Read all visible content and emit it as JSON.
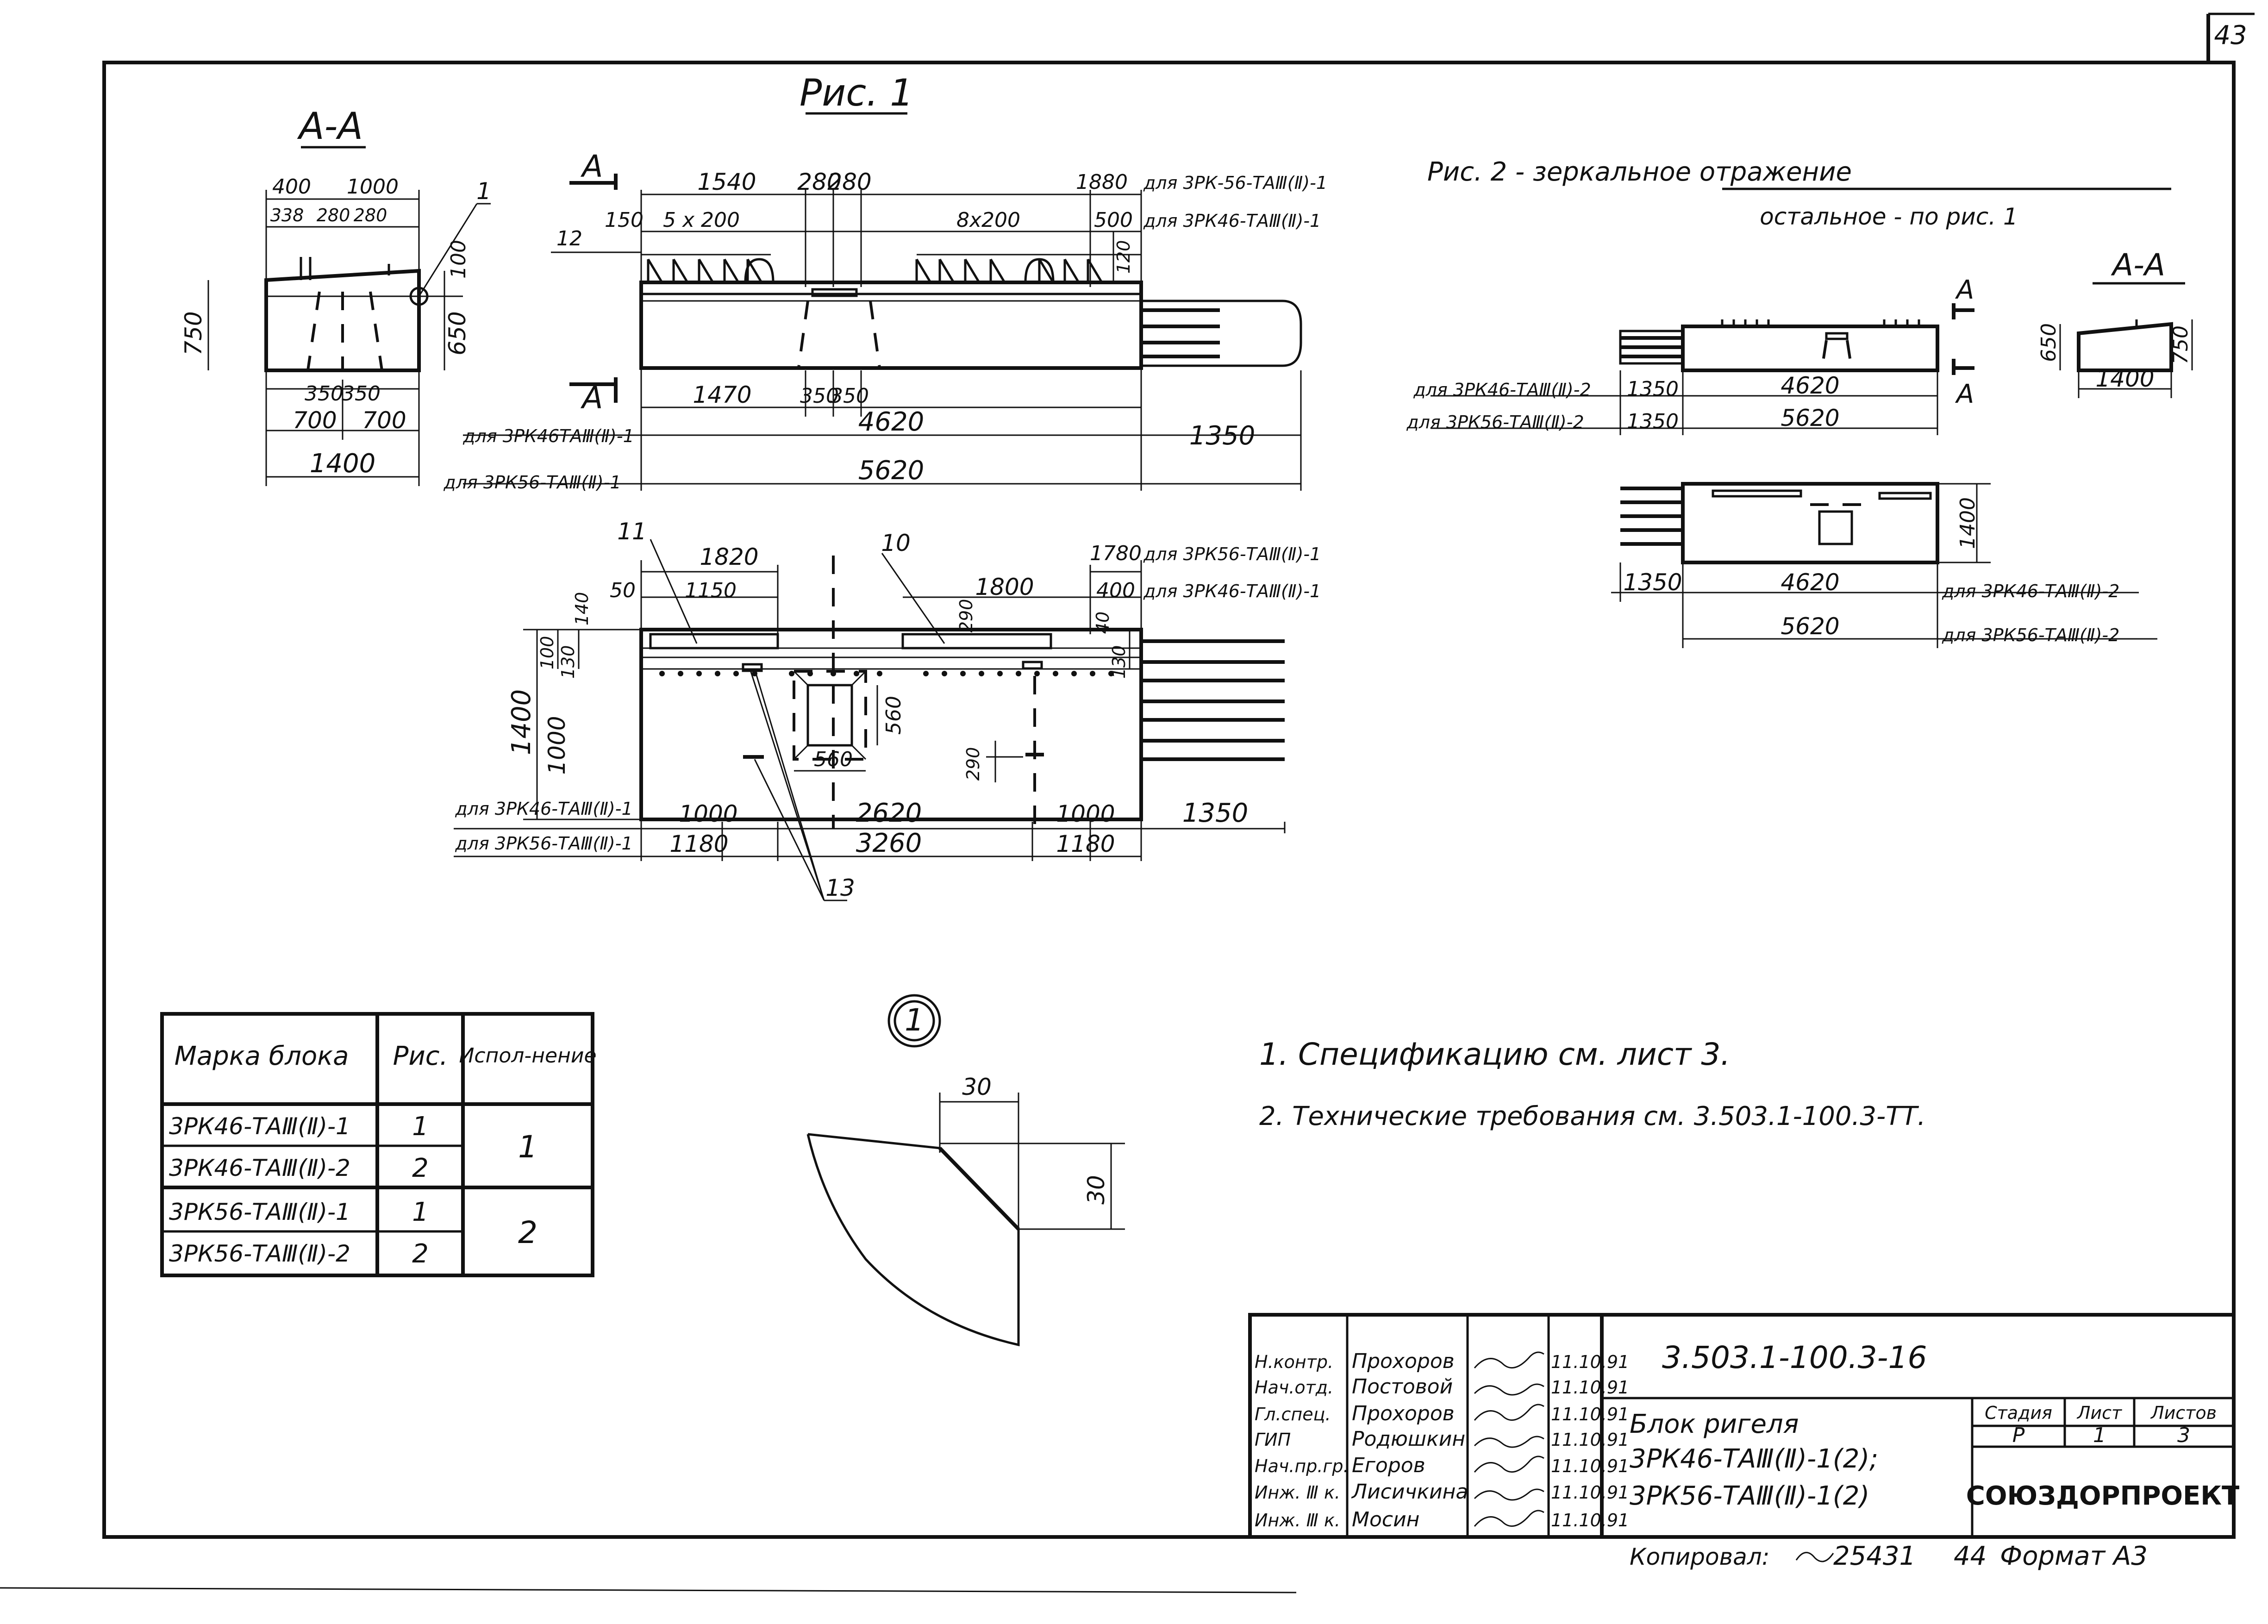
{
  "sheet": {
    "page_number": "43"
  },
  "fig1": {
    "title": "Рис. 1",
    "section_title": "А-А",
    "section_dims": {
      "d400": "400",
      "d1000": "1000",
      "d338": "338",
      "d280a": "280",
      "d280b": "280",
      "d750": "750",
      "d100": "100",
      "d650": "650",
      "d350a": "350",
      "d350b": "350",
      "d700a": "700",
      "d700b": "700",
      "d1400": "1400",
      "ref1": "1"
    },
    "elev_dims": {
      "d1540": "1540",
      "d280a": "280",
      "d280b": "280",
      "d1880": "1880",
      "d150": "150",
      "d5x200": "5 x 200",
      "d8x200": "8x200",
      "d500": "500",
      "d120": "120",
      "d12": "12",
      "d1470": "1470",
      "d350a": "350",
      "d350b": "350",
      "d4620": "4620",
      "d1350": "1350",
      "d5620": "5620",
      "cutA1": "А",
      "cutA2": "А"
    },
    "elev_labels": {
      "l1": "для 3РК-56-ТАⅢ(Ⅱ)-1",
      "l2": "для 3РК46-ТАⅢ(Ⅱ)-1",
      "l3": "для 3РК46ТАⅢ(Ⅱ)-1",
      "l4": "для 3РК56-ТАⅢ(Ⅱ)-1"
    },
    "plan_dims": {
      "ref11": "11",
      "ref10": "10",
      "d1820": "1820",
      "d1150": "1150",
      "d1800": "1800",
      "d1780": "1780",
      "d400": "400",
      "d50": "50",
      "d140": "140",
      "d290": "290",
      "d40": "40",
      "d100a": "100",
      "d130a": "130",
      "d1400": "1400",
      "d1000": "1000",
      "d130b": "130",
      "d560a": "560",
      "d560b": "560",
      "d290b": "290",
      "d1000a": "1000",
      "d2620": "2620",
      "d1000b": "1000",
      "d1350": "1350",
      "d1180a": "1180",
      "d3260": "3260",
      "d1180b": "1180",
      "ref13": "13"
    },
    "plan_labels": {
      "l1": "для 3РК56-ТАⅢ(Ⅱ)-1",
      "l2": "для 3РК46-ТАⅢ(Ⅱ)-1",
      "l3": "для 3РК46-ТАⅢ(Ⅱ)-1",
      "l4": "для 3РК56-ТАⅢ(Ⅱ)-1"
    }
  },
  "fig2": {
    "title": "Рис. 2 - зеркальное отражение",
    "subtitle": "остальное - по рис. 1",
    "section_title": "А-А",
    "cutA1": "А",
    "cutA2": "А",
    "dims": {
      "d650": "650",
      "d750": "750",
      "d1400s": "1400",
      "d1350a": "1350",
      "d4620a": "4620",
      "d1350b": "1350",
      "d5620a": "5620",
      "d1400": "1400",
      "d1350c": "1350",
      "d4620b": "4620",
      "d5620b": "5620"
    },
    "labels": {
      "l1": "для 3РК46-ТАⅢ(Ⅱ)-2",
      "l2": "для 3РК56-ТАⅢ(Ⅱ)-2",
      "l3": "для 3РК46-ТАⅢ(Ⅱ)-2",
      "l4": "для 3РК56-ТАⅢ(Ⅱ)-2"
    }
  },
  "detail": {
    "callout": "1",
    "d30a": "30",
    "d30b": "30"
  },
  "block_table": {
    "headers": [
      "Марка блока",
      "Рис.",
      "Испол-нение"
    ],
    "rows": [
      {
        "mark": "3РК46-ТАⅢ(Ⅱ)-1",
        "fig": "1"
      },
      {
        "mark": "3РК46-ТАⅢ(Ⅱ)-2",
        "fig": "2"
      },
      {
        "mark": "3РК56-ТАⅢ(Ⅱ)-1",
        "fig": "1"
      },
      {
        "mark": "3РК56-ТАⅢ(Ⅱ)-2",
        "fig": "2"
      }
    ],
    "execution": [
      "1",
      "2"
    ]
  },
  "notes": [
    "1. Спецификацию см. лист 3.",
    "2. Технические требования см. 3.503.1-100.3-ТТ."
  ],
  "title_block": {
    "code": "3.503.1-100.3-16",
    "roles": [
      "Н.контр.",
      "Нач.отд.",
      "Гл.спец.",
      "ГИП",
      "Нач.пр.гр.",
      "Инж. Ⅲ к.",
      "Инж. Ⅲ к."
    ],
    "names": [
      "Прохоров",
      "Постовой",
      "Прохоров",
      "Родюшкин",
      "Егоров",
      "Лисичкина",
      "Мосин"
    ],
    "dates": [
      "11.10.91",
      "11.10.91",
      "11.10.91",
      "11.10.91",
      "11.10.91",
      "11.10.91",
      "11.10.91"
    ],
    "title_lines": [
      "Блок ригеля",
      "3РК46-ТАⅢ(Ⅱ)-1(2);",
      "3РК56-ТАⅢ(Ⅱ)-1(2)"
    ],
    "stage_label": "Стадия",
    "sheet_label": "Лист",
    "sheets_label": "Листов",
    "stage": "Р",
    "sheet": "1",
    "sheets": "3",
    "org": "СОЮЗДОРПРОЕКТ"
  },
  "footer": {
    "copied": "Копировал:",
    "inv": "25431",
    "sheet_no": "44",
    "format": "Формат А3"
  }
}
